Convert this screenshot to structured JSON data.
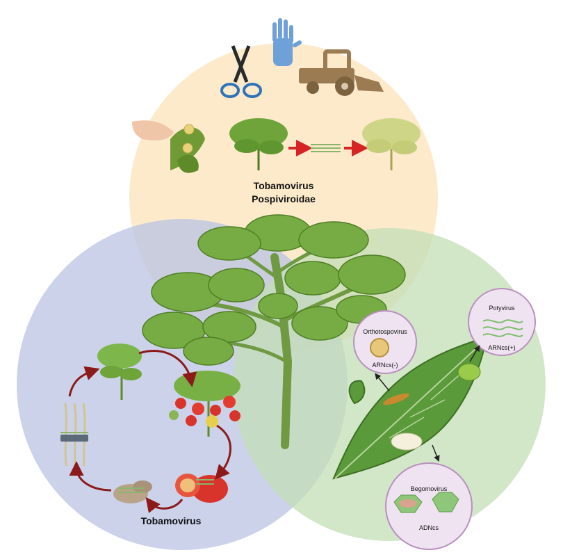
{
  "circles": {
    "top": {
      "title_line1": "Tobamovirus",
      "title_line2": "Pospiviroidae",
      "color": "#fbe6c2"
    },
    "left": {
      "title": "Tobamovirus",
      "color": "#c7cfe6"
    },
    "right": {
      "color": "#cfe5c3"
    }
  },
  "bubbles": {
    "orthotospovirus": {
      "name": "Orthotospovirus",
      "genome": "ARNcs(-)"
    },
    "potyvirus": {
      "name": "Potyvirus",
      "genome": "ARNcs(+)"
    },
    "begomovirus": {
      "name": "Begomovirus",
      "genome": "ADNcs"
    }
  },
  "icons": [
    "scissors-icon",
    "glove-icon",
    "tractor-icon",
    "hand-icon",
    "tomato-plant-icon",
    "insect-icon"
  ],
  "colors": {
    "bubble": "#efe3f1",
    "bubble_border": "#b98fc0",
    "arrow_red": "#d62424",
    "cycle_arrow": "#8c1a1a"
  }
}
